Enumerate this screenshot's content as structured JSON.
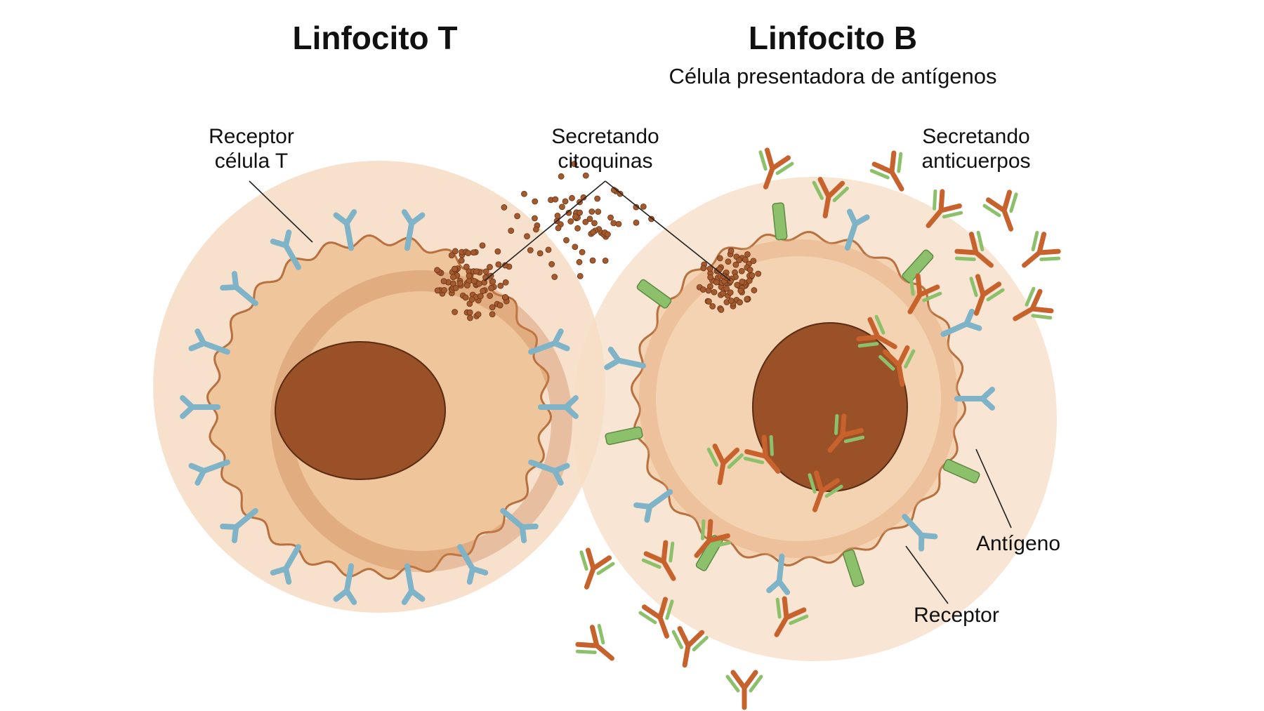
{
  "titles": {
    "t_cell": "Linfocito T",
    "b_cell": "Linfocito B",
    "b_cell_subtitle": "Célula presentadora de antígenos"
  },
  "labels": {
    "t_receptor_line1": "Receptor",
    "t_receptor_line2": "célula T",
    "cytokines_line1": "Secretando",
    "cytokines_line2": "citoquinas",
    "antibodies_line1": "Secretando",
    "antibodies_line2": "anticuerpos",
    "antigen": "Antígeno",
    "receptor": "Receptor"
  },
  "colors": {
    "halo": "#f6dcc4",
    "cell_body": "#efc59c",
    "membrane": "#b8703e",
    "nucleus": "#9a5128",
    "receptor": "#7fb3c8",
    "antigen": "#8cc06a",
    "antibody_heavy": "#c8622c",
    "cytokine": "#a55a2e"
  }
}
